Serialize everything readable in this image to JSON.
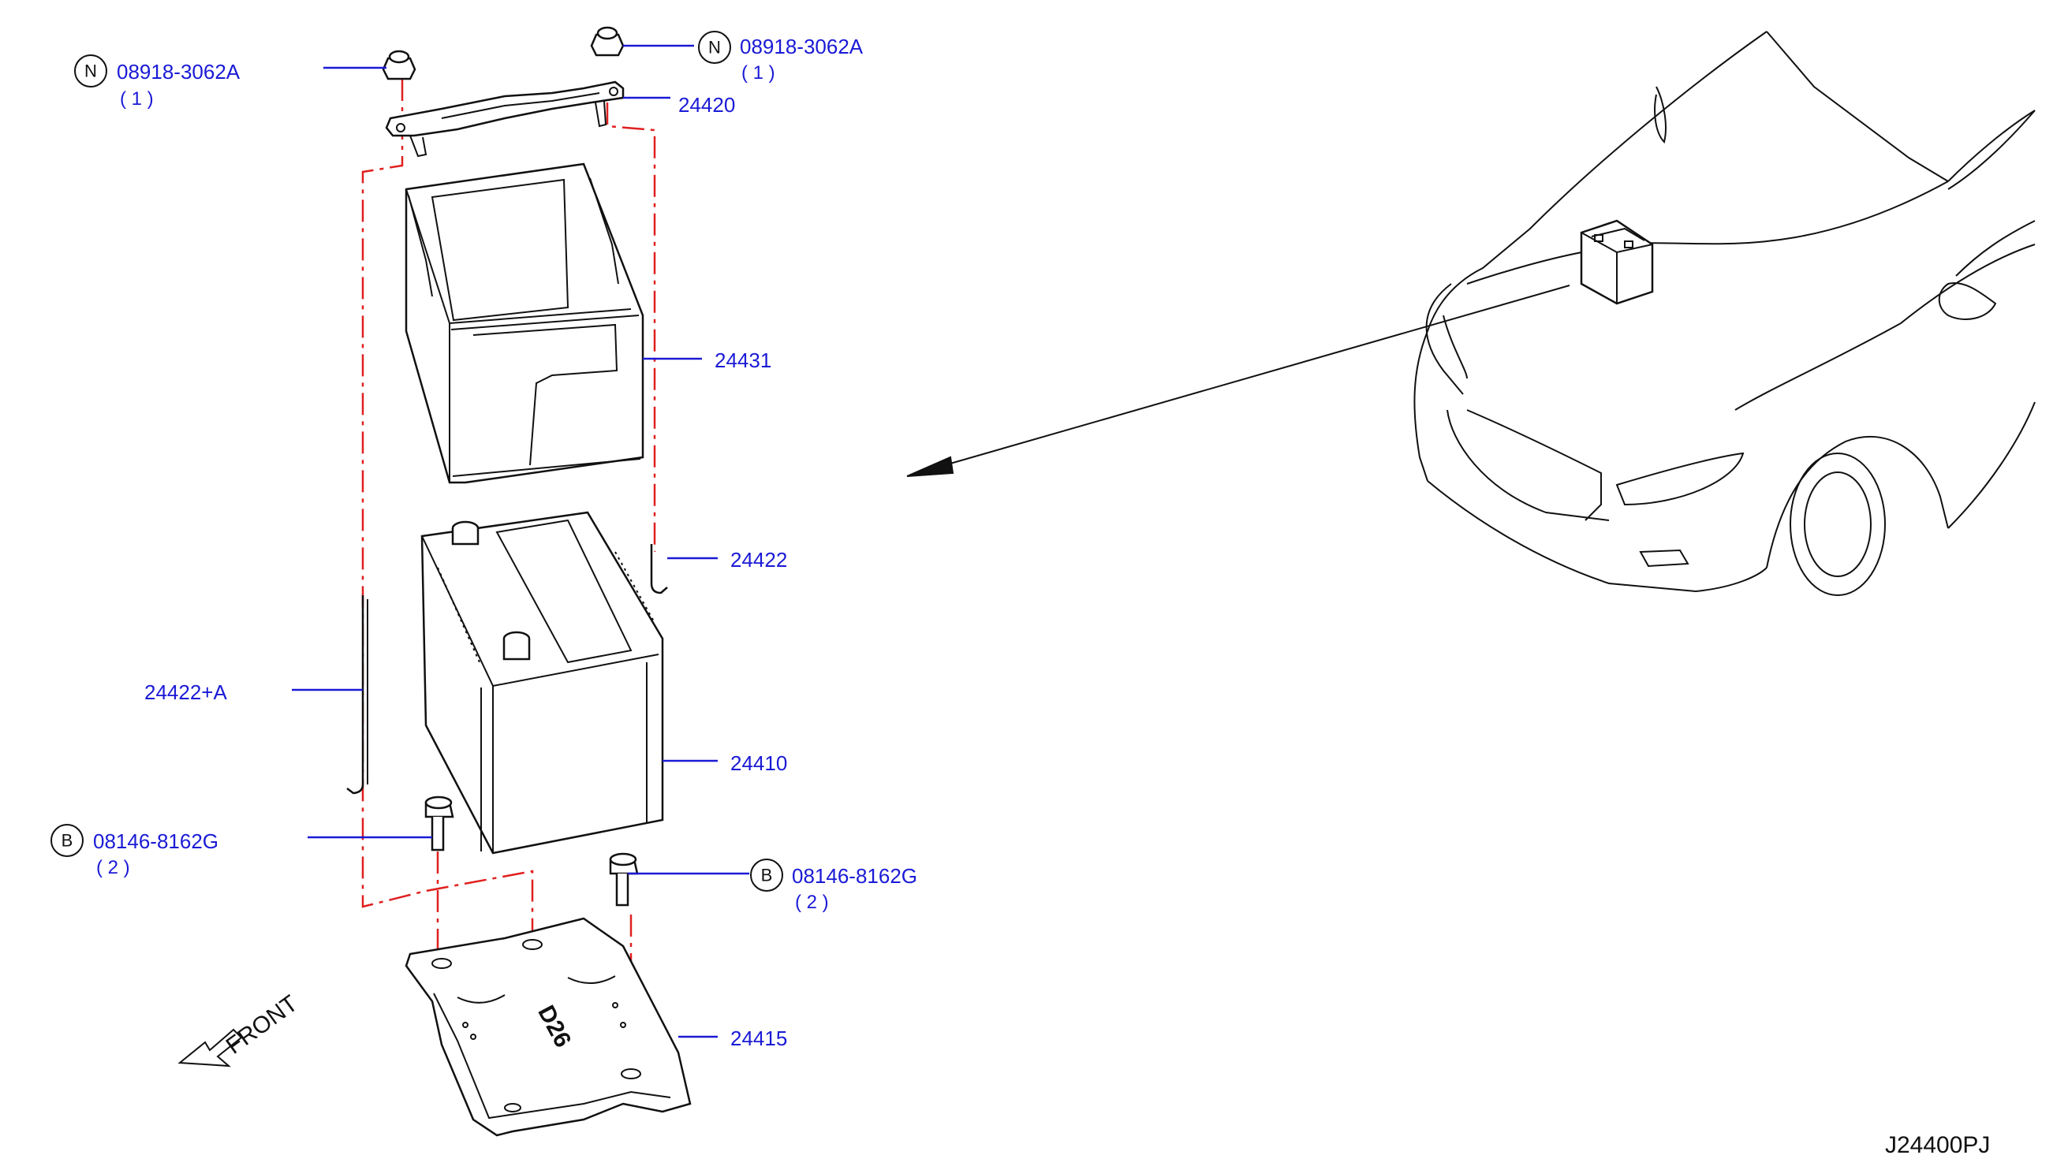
{
  "diagram_code": "J24400PJ",
  "front_label": "FRONT",
  "callouts": [
    {
      "id": "nut_left",
      "symbol": "N",
      "part": "08918-3062A",
      "qty": "( 1 )"
    },
    {
      "id": "nut_right",
      "symbol": "N",
      "part": "08918-3062A",
      "qty": "( 1 )"
    },
    {
      "id": "bracket",
      "part": "24420"
    },
    {
      "id": "cover",
      "part": "24431"
    },
    {
      "id": "rod_short",
      "part": "24422"
    },
    {
      "id": "rod_long",
      "part": "24422+A"
    },
    {
      "id": "battery",
      "part": "24410"
    },
    {
      "id": "bolt_left",
      "symbol": "B",
      "part": "08146-8162G",
      "qty": "( 2 )"
    },
    {
      "id": "bolt_right",
      "symbol": "B",
      "part": "08146-8162G",
      "qty": "( 2 )"
    },
    {
      "id": "tray",
      "part": "24415"
    }
  ],
  "tray_marking": "D26",
  "colors": {
    "label": "#1a1ad6",
    "line": "#111111",
    "dash": "#e02020"
  }
}
